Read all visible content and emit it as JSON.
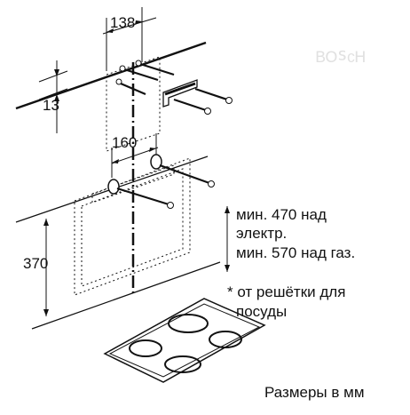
{
  "dimensions": {
    "bracket_width": "138",
    "bracket_height": "13",
    "hole_spacing": "160",
    "hood_height": "370"
  },
  "notes": {
    "line1": "мин. 470 над",
    "line2": "электр.",
    "line3": "мин. 570 над газ.",
    "footnote_line1": "* от решётки для",
    "footnote_line2": "посуды"
  },
  "units_caption": "Размеры в мм"
}
